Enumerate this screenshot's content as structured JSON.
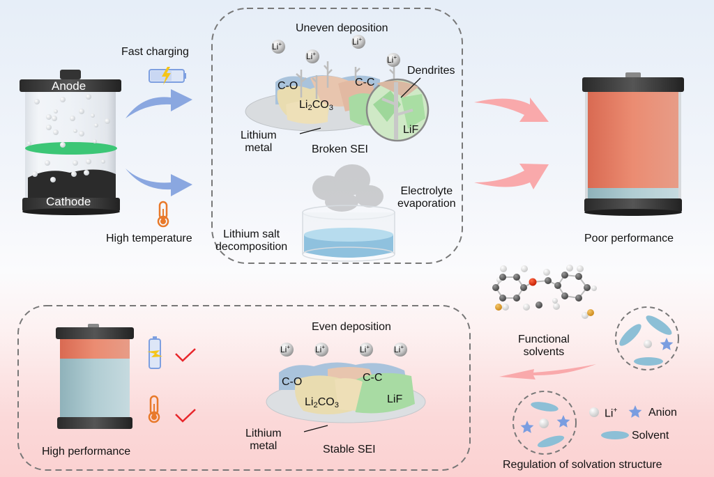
{
  "figure": {
    "battery_left": {
      "anode_label": "Anode",
      "cathode_label": "Cathode"
    },
    "stressors": {
      "fast_charging": "Fast charging",
      "high_temperature": "High temperature"
    },
    "failure_panel": {
      "title": "Uneven deposition",
      "ion_label": "Li",
      "ion_charge": "+",
      "sei_components": {
        "co": "C-O",
        "cc": "C-C",
        "li2co3_prefix": "Li",
        "li2co3_sub": "2",
        "li2co3_mid": "CO",
        "li2co3_sub2": "3",
        "lif": "LiF"
      },
      "dendrites_label": "Dendrites",
      "lithium_metal_line1": "Lithium",
      "lithium_metal_line2": "metal",
      "broken_sei": "Broken SEI",
      "electrolyte_line1": "Electrolyte",
      "electrolyte_line2": "evaporation",
      "salt_line1": "Lithium salt",
      "salt_line2": "decomposition"
    },
    "poor_battery": {
      "label": "Poor performance"
    },
    "good_panel": {
      "title": "Even deposition",
      "ion_label": "Li",
      "ion_charge": "+",
      "sei_components": {
        "co": "C-O",
        "cc": "C-C",
        "li2co3_prefix": "Li",
        "li2co3_sub": "2",
        "li2co3_mid": "CO",
        "li2co3_sub2": "3",
        "lif": "LiF"
      },
      "lithium_metal_line1": "Lithium",
      "lithium_metal_line2": "metal",
      "stable_sei": "Stable SEI",
      "high_performance": "High performance"
    },
    "solvation": {
      "functional_line1": "Functional",
      "functional_line2": "solvents",
      "legend_li": "Li",
      "legend_li_charge": "+",
      "legend_anion": "Anion",
      "legend_solvent": "Solvent",
      "caption": "Regulation of solvation structure"
    }
  },
  "colors": {
    "blue_arrow": "#8aa7e0",
    "pink_arrow": "#f9a9ab",
    "check_red": "#e8262b",
    "thermo_orange": "#e8792a",
    "battery_outline_blue": "#7d9fe0",
    "bolt_yellow": "#f5c518",
    "separator_green": "#3cc676",
    "electrolyte_red": "#e8836a",
    "electrolyte_teal": "#a9c9d0",
    "dash_gray": "#777777",
    "solvent_blue": "#8cbfd6",
    "anion_star": "#7a9de0"
  }
}
